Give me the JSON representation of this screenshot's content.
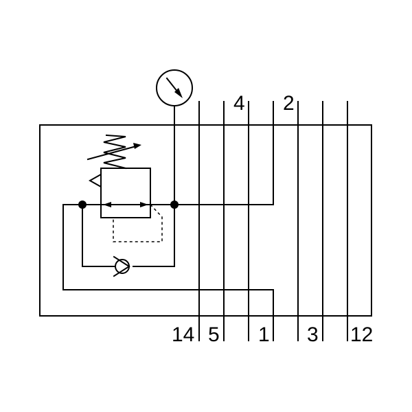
{
  "ports_top": [
    {
      "id": "port-4",
      "label": "4"
    },
    {
      "id": "port-2",
      "label": "2"
    }
  ],
  "ports_bottom": [
    {
      "id": "port-14",
      "label": "14"
    },
    {
      "id": "port-5",
      "label": "5"
    },
    {
      "id": "port-1",
      "label": "1"
    },
    {
      "id": "port-3",
      "label": "3"
    },
    {
      "id": "port-12",
      "label": "12"
    }
  ],
  "symbols": {
    "gauge": "pressure-gauge-icon",
    "regulator": "pressure-regulator-icon",
    "spring": "adjustable-spring-icon",
    "check_valve": "check-valve-icon",
    "junction": "junction-dot-icon"
  },
  "colors": {
    "line": "#000000",
    "background": "#ffffff"
  }
}
